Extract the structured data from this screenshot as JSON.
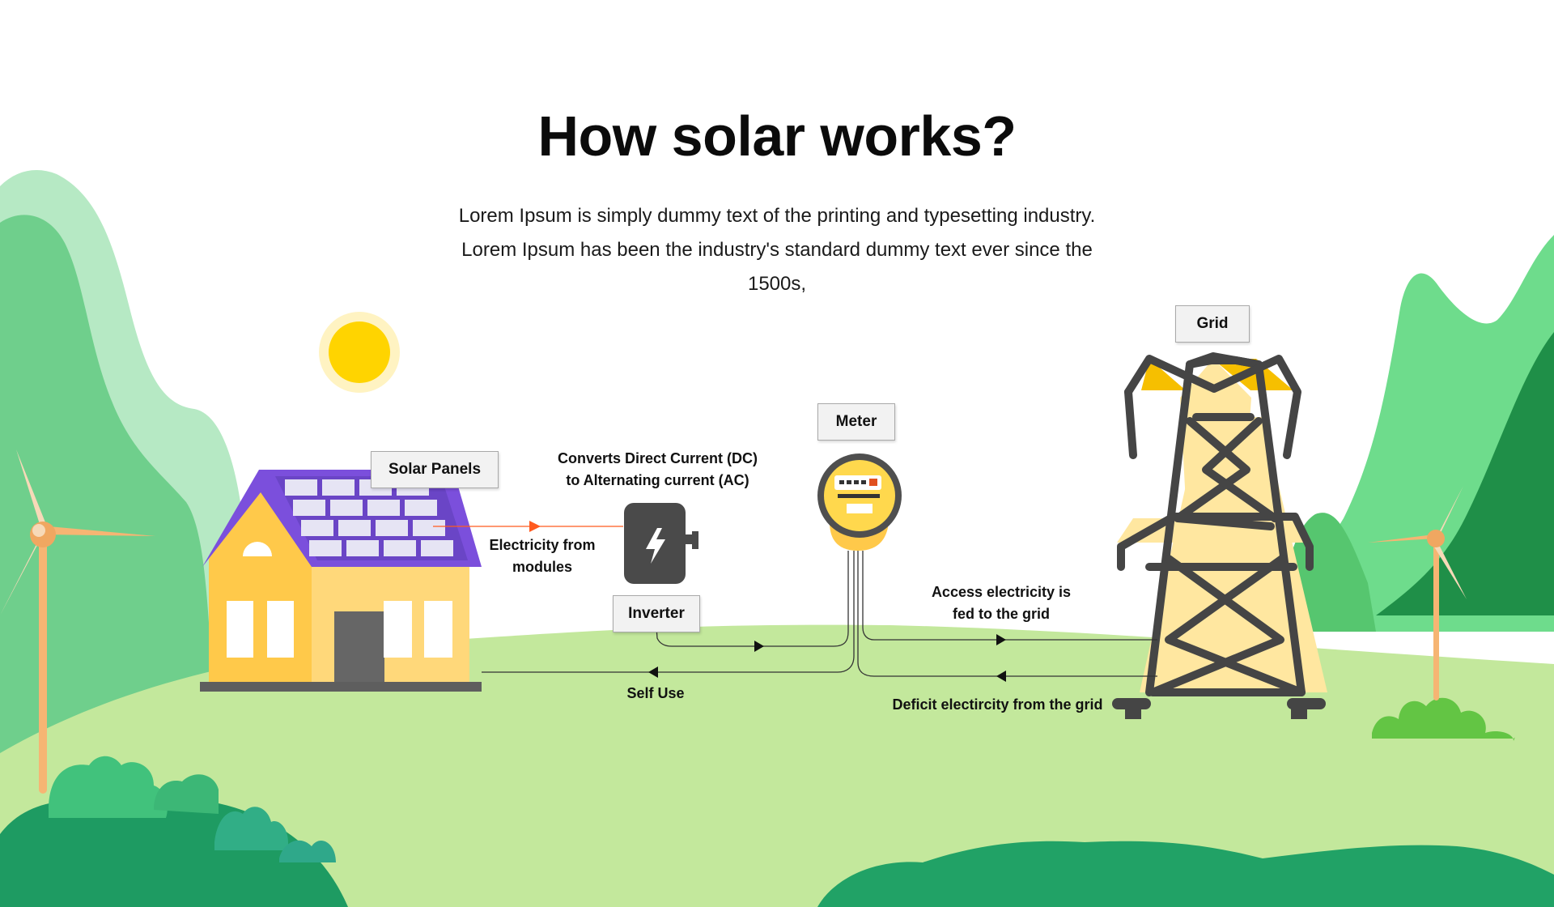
{
  "page": {
    "title": "How solar works?",
    "description_lines": [
      "Lorem Ipsum is simply dummy text of the printing and typesetting industry.",
      "Lorem Ipsum has been the industry's standard dummy text ever since the",
      "1500s,"
    ]
  },
  "labels": {
    "solar_panels": "Solar Panels",
    "inverter": "Inverter",
    "meter": "Meter",
    "grid": "Grid"
  },
  "captions": {
    "converts_line1": "Converts Direct Current (DC)",
    "converts_line2": "to Alternating current (AC)",
    "electricity_line1": "Electricity from",
    "electricity_line2": "modules",
    "access_line1": "Access electricity is",
    "access_line2": "fed to the grid",
    "self_use": "Self Use",
    "deficit": "Deficit electircity from the grid"
  },
  "icons": {
    "sun": "sun-icon",
    "house": "house-icon",
    "inverter": "inverter-icon",
    "meter": "meter-icon",
    "tower": "transmission-tower-icon",
    "windmill": "wind-turbine-icon"
  },
  "colors": {
    "mountain_light": "#aee6bf",
    "mountain_mid": "#62c87e",
    "grass": "#c2e79a",
    "bush_dark": "#1f9e63",
    "sun": "#ffd400",
    "roof": "#7a4fdb",
    "house": "#ffc94a",
    "inverter": "#4b4b4b",
    "tower_frame": "#454545",
    "tower_fill": "#ffe9a0",
    "tower_accent": "#f5c000",
    "arrow_orange": "#ff5a1f"
  }
}
